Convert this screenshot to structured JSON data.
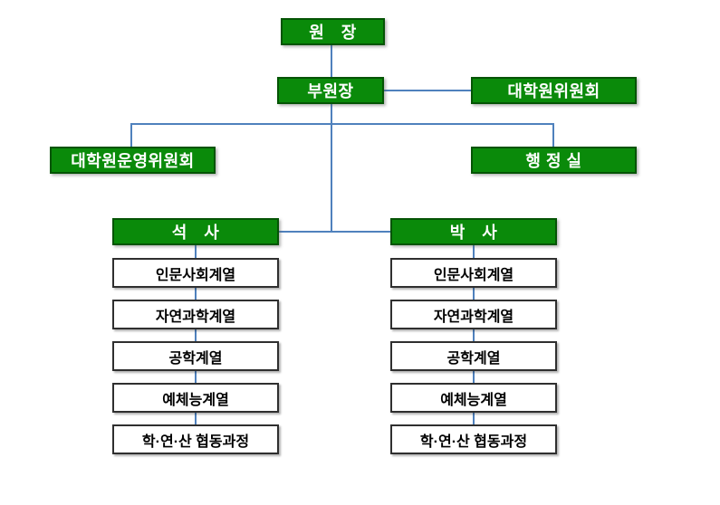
{
  "page": {
    "background": "#ffffff",
    "description": "Graduate school organization chart"
  },
  "colors": {
    "box_green": "#0a8a0a",
    "box_green_border": "#055405",
    "box_white_border": "#2f2f2f",
    "line_blue": "#4f81bd",
    "text_white": "#ffffff",
    "text_black": "#000000",
    "page_bg": "#ffffff"
  },
  "org_chart": {
    "type": "org-tree",
    "nodes": {
      "director": "원　장",
      "vice_director": "부원장",
      "grad_committee": "대학원위원회",
      "operating_committee": "대학원운영위원회",
      "admin_office": "행 정 실",
      "masters": "석　사",
      "doctoral": "박　사"
    },
    "masters_children": [
      "인문사회계열",
      "자연과학계열",
      "공학계열",
      "예체능계열",
      "학·연·산 협동과정"
    ],
    "doctoral_children": [
      "인문사회계열",
      "자연과학계열",
      "공학계열",
      "예체능계열",
      "학·연·산 협동과정"
    ]
  }
}
